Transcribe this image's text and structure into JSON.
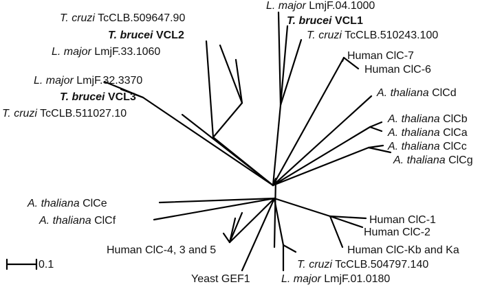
{
  "leaves": {
    "tc_509647": {
      "species": "T. cruzi",
      "gene": "TcCLB.509647.90",
      "bold": false
    },
    "tb_vcl2": {
      "species": "T. brucei",
      "gene": "VCL2",
      "bold": true
    },
    "lm_33_1060": {
      "species": "L. major",
      "gene": "LmjF.33.1060",
      "bold": false
    },
    "lm_04_1000": {
      "species": "L. major",
      "gene": "LmjF.04.1000",
      "bold": false
    },
    "tb_vcl1": {
      "species": "T. brucei",
      "gene": "VCL1",
      "bold": true
    },
    "tc_510243": {
      "species": "T. cruzi",
      "gene": "TcCLB.510243.100",
      "bold": false
    },
    "hs_clc7": {
      "species": "",
      "gene": "Human ClC-7",
      "bold": false
    },
    "hs_clc6": {
      "species": "",
      "gene": "Human ClC-6",
      "bold": false
    },
    "lm_32_3370": {
      "species": "L. major",
      "gene": "LmjF.32.3370",
      "bold": false
    },
    "tb_vcl3": {
      "species": "T. brucei",
      "gene": "VCL3",
      "bold": true
    },
    "tc_511027": {
      "species": "T. cruzi",
      "gene": "TcCLB.511027.10",
      "bold": false
    },
    "at_clcd": {
      "species": "A. thaliana",
      "gene": "ClCd",
      "bold": false
    },
    "at_clcb": {
      "species": "A. thaliana",
      "gene": "ClCb",
      "bold": false
    },
    "at_clca": {
      "species": "A. thaliana",
      "gene": "ClCa",
      "bold": false
    },
    "at_clcc": {
      "species": "A. thaliana",
      "gene": "ClCc",
      "bold": false
    },
    "at_clcg": {
      "species": "A. thaliana",
      "gene": "ClCg",
      "bold": false
    },
    "at_clce": {
      "species": "A. thaliana",
      "gene": "ClCe",
      "bold": false
    },
    "at_clcf": {
      "species": "A. thaliana",
      "gene": "ClCf",
      "bold": false
    },
    "hs_clc1": {
      "species": "",
      "gene": "Human ClC-1",
      "bold": false
    },
    "hs_clc2": {
      "species": "",
      "gene": "Human ClC-2",
      "bold": false
    },
    "hs_clc435": {
      "species": "",
      "gene": "Human ClC-4, 3 and 5",
      "bold": false
    },
    "hs_clckb": {
      "species": "",
      "gene": "Human ClC-Kb and Ka",
      "bold": false
    },
    "tc_504797": {
      "species": "T. cruzi",
      "gene": "TcCLB.504797.140",
      "bold": false
    },
    "yeast_gef1": {
      "species": "",
      "gene": "Yeast GEF1",
      "bold": false
    },
    "lm_01_0180": {
      "species": "L. major",
      "gene": "LmjF.01.0180",
      "bold": false
    }
  },
  "scale_bar": {
    "label": "0.1"
  }
}
